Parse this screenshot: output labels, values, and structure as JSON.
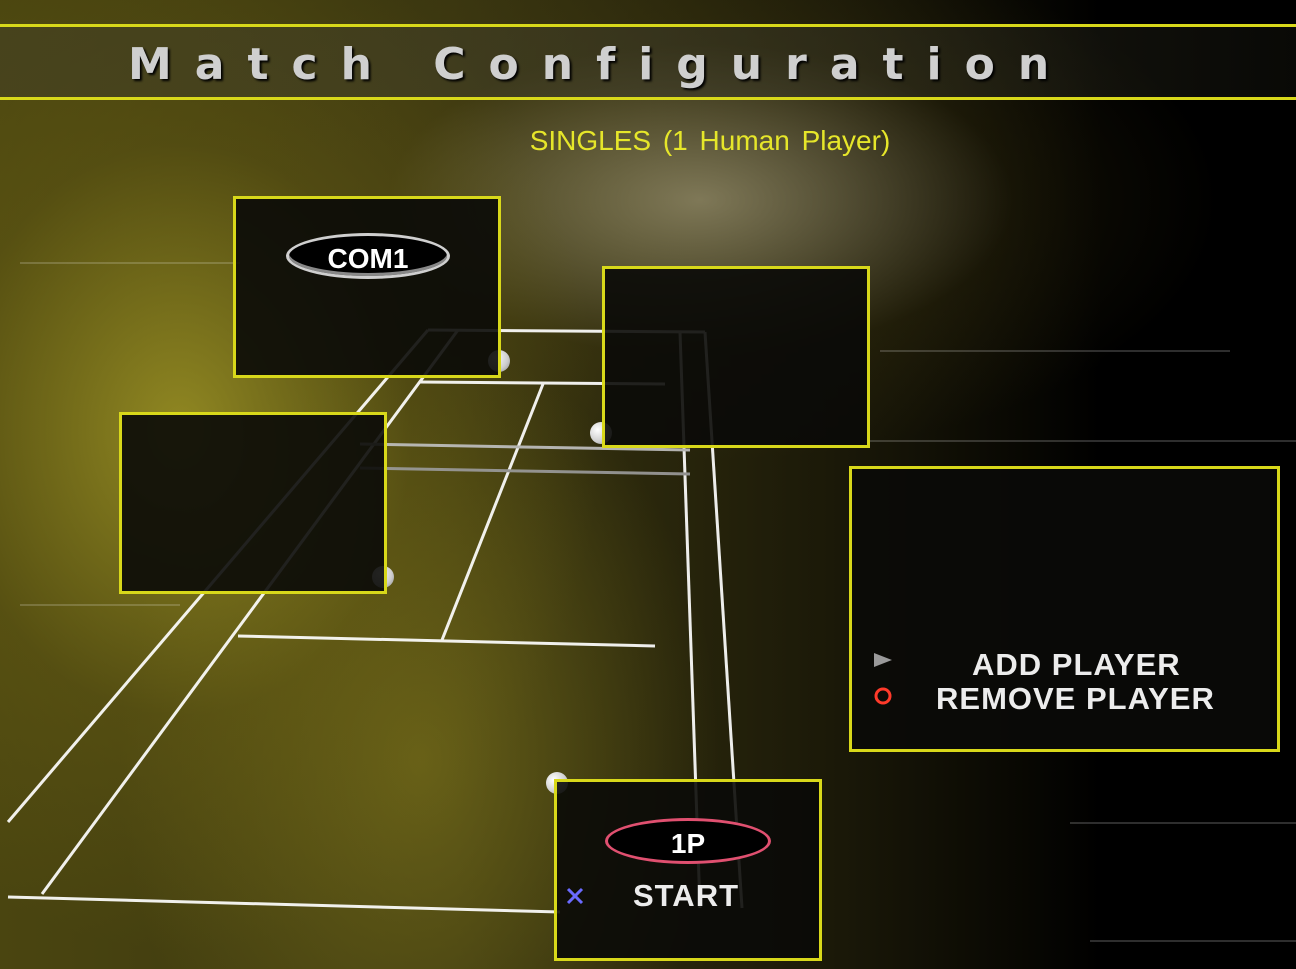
{
  "header": {
    "title": "Match Configuration"
  },
  "mode_label": "SINGLES (1 Human Player)",
  "slots": {
    "far_left": {
      "tag": "COM1"
    },
    "near_right": {
      "tag": "1P",
      "start_label": "START"
    }
  },
  "commands_panel": {
    "add_player_label": "ADD PLAYER",
    "remove_player_label": "REMOVE PLAYER"
  },
  "colors": {
    "frame_yellow": "#d8d81a",
    "title_text": "#cfcfcf",
    "mode_text": "#e6e62a",
    "cross_button": "#6a6aff",
    "circle_button": "#ff3a2a",
    "player_pill_border": "#e05070"
  },
  "icons": {
    "add": "triangle-arrow-icon",
    "remove": "circle-button-icon",
    "start": "cross-button-icon"
  }
}
